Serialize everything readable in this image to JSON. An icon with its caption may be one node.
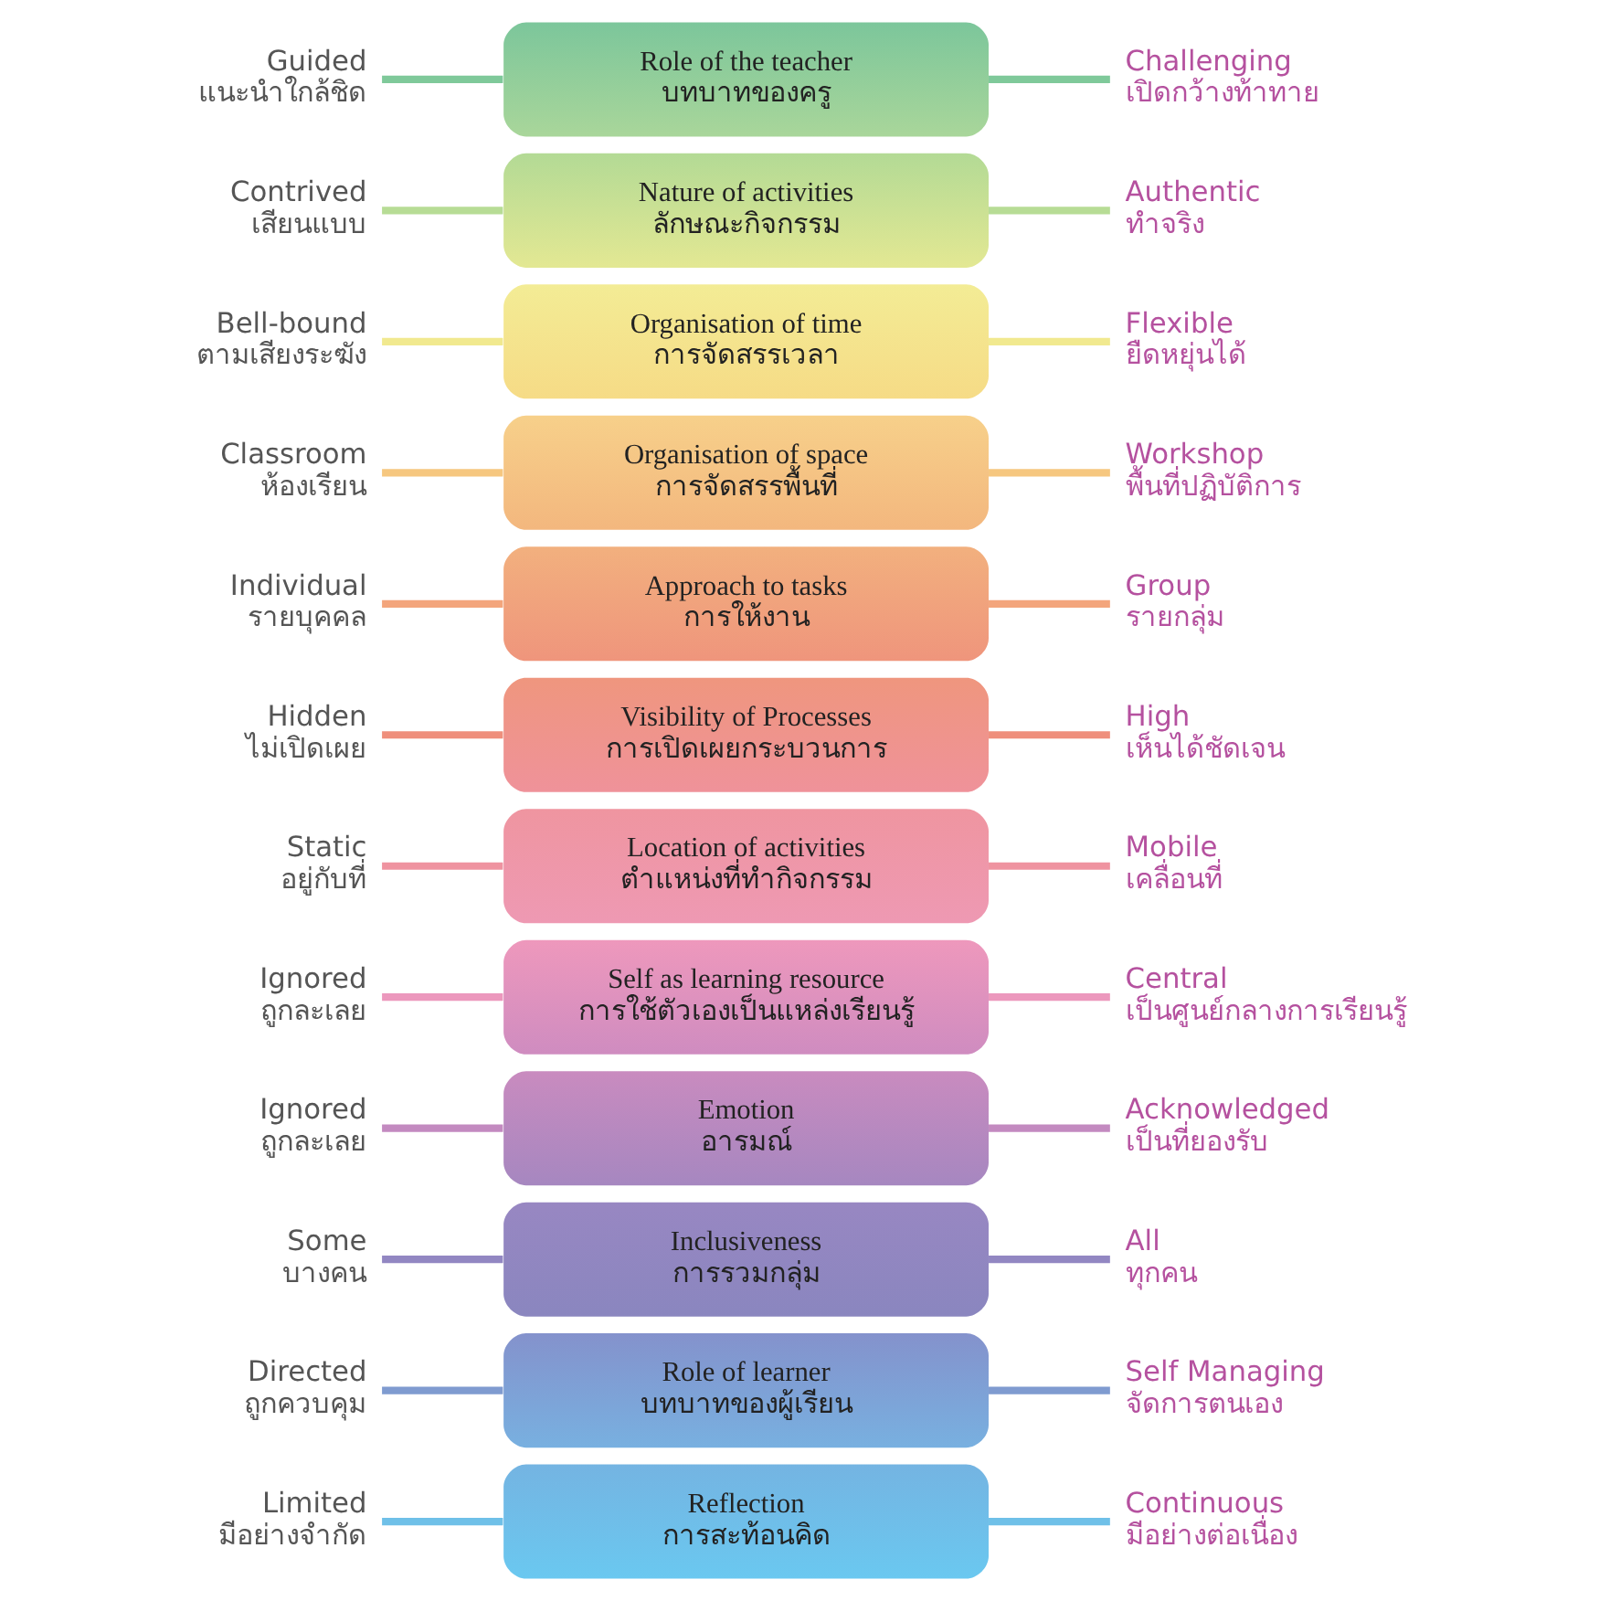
{
  "diagram": {
    "nodes": [
      {
        "text": [
          "Guided",
          "แนะนำใกล้ชิด"
        ]
      },
      {
        "text": [
          "Role of the teacher",
          "บทบาทของครู"
        ]
      },
      {
        "text": [
          "Challenging",
          "เปิดกว้างท้าทาย"
        ]
      },
      {
        "text": [
          "Contrived",
          "เสียนแบบ"
        ]
      },
      {
        "text": [
          "Nature of activities",
          "ลักษณะกิจกรรม"
        ]
      },
      {
        "text": [
          "Authentic",
          "ทำจริง"
        ]
      },
      {
        "text": [
          "Bell-bound",
          "ตามเสียงระฆัง"
        ]
      },
      {
        "text": [
          "Organisation of time",
          "การจัดสรรเวลา"
        ]
      },
      {
        "text": [
          "Flexible",
          "ยืดหยุ่นได้"
        ]
      },
      {
        "text": [
          "Classroom",
          "ห้องเรียน"
        ]
      },
      {
        "text": [
          "Organisation of space",
          "การจัดสรรพื้นที่"
        ]
      },
      {
        "text": [
          "Workshop",
          "พื้นที่ปฏิบัติการ"
        ]
      },
      {
        "text": [
          "Individual",
          "รายบุคคล"
        ]
      },
      {
        "text": [
          "Approach to tasks",
          "การให้งาน"
        ]
      },
      {
        "text": [
          "Group",
          "รายกลุ่ม"
        ]
      },
      {
        "text": [
          "Hidden",
          "ไม่เปิดเผย"
        ]
      },
      {
        "text": [
          "Visibility of Processes",
          "การเปิดเผยกระบวนการ"
        ]
      },
      {
        "text": [
          "High",
          "เห็นได้ชัดเจน"
        ]
      },
      {
        "text": [
          "Static",
          "อยู่กับที่"
        ]
      },
      {
        "text": [
          "Location of activities",
          "ตำแหน่งที่ทำกิจกรรม"
        ]
      },
      {
        "text": [
          "Mobile",
          "เคลื่อนที่"
        ]
      },
      {
        "text": [
          "Ignored",
          "ถูกละเลย"
        ]
      },
      {
        "text": [
          "Self as learning resource",
          "การใช้ตัวเองเป็นแหล่งเรียนรู้"
        ]
      },
      {
        "text": [
          "Central",
          "เป็นศูนย์กลางการเรียนรู้"
        ]
      },
      {
        "text": [
          "Ignored",
          "ถูกละเลย"
        ]
      },
      {
        "text": [
          "Emotion",
          "อารมณ์"
        ]
      },
      {
        "text": [
          "Acknowledged",
          "เป็นที่ยองรับ"
        ]
      },
      {
        "text": [
          "Some",
          "บางคน"
        ]
      },
      {
        "text": [
          "Inclusiveness",
          "การรวมกลุ่ม"
        ]
      },
      {
        "text": [
          "All",
          "ทุกคน"
        ]
      },
      {
        "text": [
          "Directed",
          "ถูกควบคุม"
        ]
      },
      {
        "text": [
          "Role of learner",
          "บทบาทของผู้เรียน"
        ]
      },
      {
        "text": [
          "Self Managing",
          "จัดการตนเอง"
        ]
      },
      {
        "text": [
          "Limited",
          "มีอย่างจำกัด"
        ]
      },
      {
        "text": [
          "Reflection",
          "การสะท้อนคิด"
        ]
      },
      {
        "text": [
          "Continuous",
          "มีอย่างต่อเนื่อง"
        ]
      }
    ],
    "edges": [
      {
        "from": 0,
        "to": 1,
        "arrow": "none",
        "color": "#7fc99a"
      },
      {
        "from": 1,
        "to": 2,
        "arrow": "none",
        "color": "#7fc99a"
      },
      {
        "from": 3,
        "to": 4,
        "arrow": "none",
        "color": "#b7dc95"
      },
      {
        "from": 4,
        "to": 5,
        "arrow": "none",
        "color": "#b7dc95"
      },
      {
        "from": 6,
        "to": 7,
        "arrow": "none",
        "color": "#f1e98f"
      },
      {
        "from": 7,
        "to": 8,
        "arrow": "none",
        "color": "#f1e98f"
      },
      {
        "from": 9,
        "to": 10,
        "arrow": "none",
        "color": "#f6c77f"
      },
      {
        "from": 10,
        "to": 11,
        "arrow": "none",
        "color": "#f6c77f"
      },
      {
        "from": 12,
        "to": 13,
        "arrow": "none",
        "color": "#f3a57c"
      },
      {
        "from": 13,
        "to": 14,
        "arrow": "none",
        "color": "#f3a57c"
      },
      {
        "from": 15,
        "to": 16,
        "arrow": "none",
        "color": "#ef8f7c"
      },
      {
        "from": 16,
        "to": 17,
        "arrow": "none",
        "color": "#ef8f7c"
      },
      {
        "from": 18,
        "to": 19,
        "arrow": "none",
        "color": "#ef93a0"
      },
      {
        "from": 19,
        "to": 20,
        "arrow": "none",
        "color": "#ef93a0"
      },
      {
        "from": 21,
        "to": 22,
        "arrow": "none",
        "color": "#ec98bd"
      },
      {
        "from": 22,
        "to": 23,
        "arrow": "none",
        "color": "#ec98bd"
      },
      {
        "from": 24,
        "to": 25,
        "arrow": "none",
        "color": "#c38ac0"
      },
      {
        "from": 25,
        "to": 26,
        "arrow": "none",
        "color": "#c38ac0"
      },
      {
        "from": 27,
        "to": 28,
        "arrow": "none",
        "color": "#9287c2"
      },
      {
        "from": 28,
        "to": 29,
        "arrow": "none",
        "color": "#9287c2"
      },
      {
        "from": 30,
        "to": 31,
        "arrow": "none",
        "color": "#7f9bd0"
      },
      {
        "from": 31,
        "to": 32,
        "arrow": "none",
        "color": "#7f9bd0"
      },
      {
        "from": 33,
        "to": 34,
        "arrow": "none",
        "color": "#6fc0e8"
      },
      {
        "from": 34,
        "to": 35,
        "arrow": "none",
        "color": "#6fc0e8"
      }
    ]
  }
}
